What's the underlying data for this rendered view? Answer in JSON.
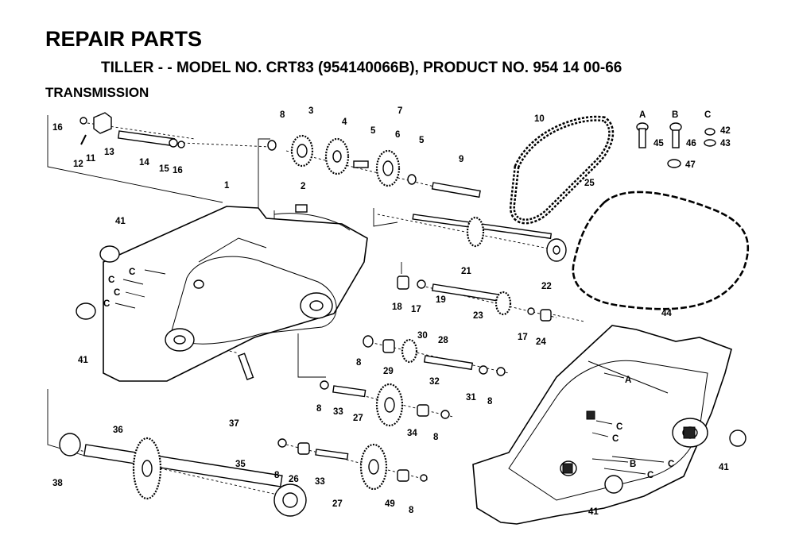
{
  "header": {
    "title": "REPAIR PARTS",
    "subtitle": "TILLER - - MODEL NO. CRT83 (954140066B), PRODUCT NO. 954 14 00-66",
    "section": "TRANSMISSION"
  },
  "callouts": [
    {
      "id": "c16a",
      "text": "16"
    },
    {
      "id": "c11",
      "text": "11"
    },
    {
      "id": "c12",
      "text": "12"
    },
    {
      "id": "c13",
      "text": "13"
    },
    {
      "id": "c14",
      "text": "14"
    },
    {
      "id": "c15",
      "text": "15"
    },
    {
      "id": "c16b",
      "text": "16"
    },
    {
      "id": "c8a",
      "text": "8"
    },
    {
      "id": "c3",
      "text": "3"
    },
    {
      "id": "c4",
      "text": "4"
    },
    {
      "id": "c7",
      "text": "7"
    },
    {
      "id": "c5a",
      "text": "5"
    },
    {
      "id": "c6",
      "text": "6"
    },
    {
      "id": "c5b",
      "text": "5"
    },
    {
      "id": "c9",
      "text": "9"
    },
    {
      "id": "c10",
      "text": "10"
    },
    {
      "id": "cA",
      "text": "A"
    },
    {
      "id": "cB",
      "text": "B"
    },
    {
      "id": "cC",
      "text": "C"
    },
    {
      "id": "c42",
      "text": "42"
    },
    {
      "id": "c43",
      "text": "43"
    },
    {
      "id": "c45",
      "text": "45"
    },
    {
      "id": "c46",
      "text": "46"
    },
    {
      "id": "c47",
      "text": "47"
    },
    {
      "id": "c1",
      "text": "1"
    },
    {
      "id": "c2",
      "text": "2"
    },
    {
      "id": "c25",
      "text": "25"
    },
    {
      "id": "c41a",
      "text": "41"
    },
    {
      "id": "c41b",
      "text": "41"
    },
    {
      "id": "c21",
      "text": "21"
    },
    {
      "id": "c22",
      "text": "22"
    },
    {
      "id": "c18",
      "text": "18"
    },
    {
      "id": "c17a",
      "text": "17"
    },
    {
      "id": "c19",
      "text": "19"
    },
    {
      "id": "c23",
      "text": "23"
    },
    {
      "id": "c17b",
      "text": "17"
    },
    {
      "id": "c24",
      "text": "24"
    },
    {
      "id": "c44",
      "text": "44"
    },
    {
      "id": "c30",
      "text": "30"
    },
    {
      "id": "c28",
      "text": "28"
    },
    {
      "id": "c8b",
      "text": "8"
    },
    {
      "id": "c29",
      "text": "29"
    },
    {
      "id": "c32",
      "text": "32"
    },
    {
      "id": "c31",
      "text": "31"
    },
    {
      "id": "c8c",
      "text": "8"
    },
    {
      "id": "c37",
      "text": "37"
    },
    {
      "id": "c8d",
      "text": "8"
    },
    {
      "id": "c33a",
      "text": "33"
    },
    {
      "id": "c27a",
      "text": "27"
    },
    {
      "id": "c34",
      "text": "34"
    },
    {
      "id": "c8e",
      "text": "8"
    },
    {
      "id": "c36",
      "text": "36"
    },
    {
      "id": "c38",
      "text": "38"
    },
    {
      "id": "c35",
      "text": "35"
    },
    {
      "id": "c8f",
      "text": "8"
    },
    {
      "id": "c26",
      "text": "26"
    },
    {
      "id": "c33b",
      "text": "33"
    },
    {
      "id": "c27b",
      "text": "27"
    },
    {
      "id": "c49",
      "text": "49"
    },
    {
      "id": "c8g",
      "text": "8"
    },
    {
      "id": "c41c",
      "text": "41"
    },
    {
      "id": "c41d",
      "text": "41"
    }
  ],
  "arrow_labels": [
    {
      "id": "aC1",
      "text": "C"
    },
    {
      "id": "aC2",
      "text": "C"
    },
    {
      "id": "aC3",
      "text": "C"
    },
    {
      "id": "aC4",
      "text": "C"
    },
    {
      "id": "aA",
      "text": "A"
    },
    {
      "id": "aC5",
      "text": "C"
    },
    {
      "id": "aC6",
      "text": "C"
    },
    {
      "id": "aC7",
      "text": "C"
    },
    {
      "id": "aB",
      "text": "B"
    },
    {
      "id": "aC8",
      "text": "C"
    }
  ]
}
